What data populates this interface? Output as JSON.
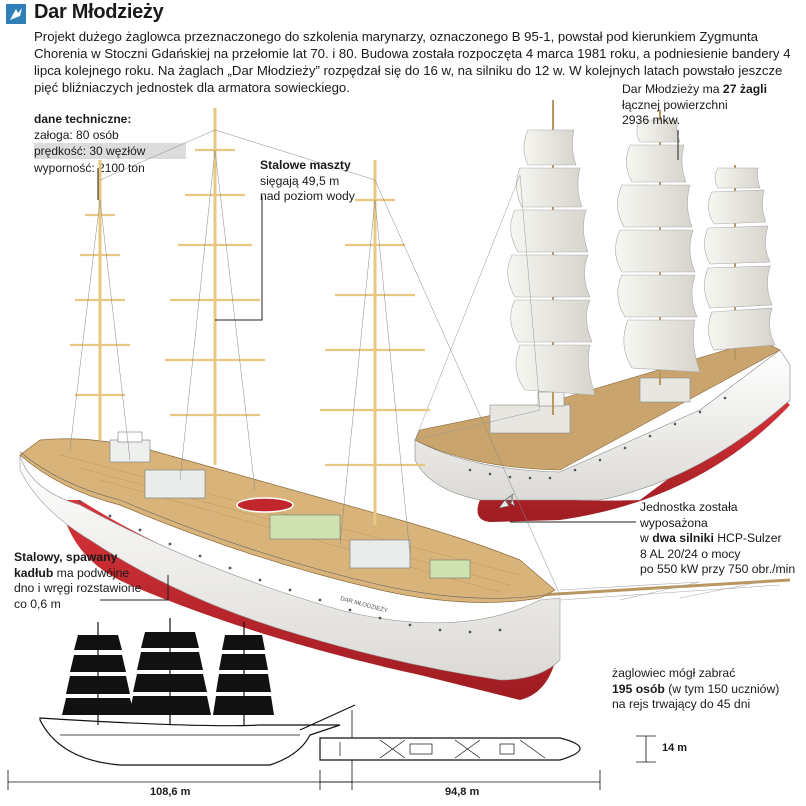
{
  "header": {
    "title": "Dar Młodzieży",
    "intro": "Projekt dużego żaglowca przeznaczonego do szkolenia marynarzy, oznaczonego B 95-1, powstał pod kierunkiem Zygmunta Chorenia w Stoczni Gdańskiej na przełomie lat 70. i 80. Budowa została rozpoczęta 4 marca 1981 roku, a podniesienie bandery 4 lipca kolejnego roku. Na żaglach „Dar Młodzieży” rozpędzał się do 16 w, na silniku do 12 w. W kolejnych latach powstało jeszcze pięć bliźniaczych jednostek dla armatora sowieckiego."
  },
  "tech": {
    "heading": "dane techniczne:",
    "crew": "załoga: 80 osób",
    "speed_label": "prędkość:",
    "speed_value": "30 węzłów",
    "displacement": "wyporność: 2100 ton"
  },
  "masts": {
    "bold": "Stalowe maszty",
    "line1": "sięgają 49,5 m",
    "line2": "nad poziom wody"
  },
  "sails": {
    "pre": "Dar Młodzieży ma",
    "bold": "27 żagli",
    "line2": "łącznej powierzchni",
    "line3": "2936 mkw."
  },
  "engines": {
    "line1": "Jednostka została wyposażona",
    "pre": "w",
    "bold": "dwa silniki",
    "post": "HCP-Sulzer",
    "line3": "8 AL 20/24 o mocy",
    "line4": "po 550 kW przy 750 obr./min"
  },
  "hull": {
    "bold1": "Stalowy, spawany",
    "bold2": "kadłub",
    "rest2": "ma podwójne",
    "line3": "dno i wręgi rozstawione",
    "line4": "co 0,6 m"
  },
  "capacity": {
    "line1": "żaglowiec mógł zabrać",
    "bold": "195 osób",
    "rest": "(w tym 150 uczniów)",
    "line3": "na rejs trwający do 45 dni"
  },
  "dimensions": {
    "length_total": "108,6 m",
    "length_hull": "94,8 m",
    "beam": "14 m"
  },
  "hull_name": "DAR MŁODZIEŻY",
  "colors": {
    "hull_red": "#c0262c",
    "hull_white": "#f4f2ee",
    "deck_wood": "#d9b47a",
    "sail": "#efeee8",
    "mast": "#e8c780",
    "accent_blue": "#2f7fb8"
  }
}
